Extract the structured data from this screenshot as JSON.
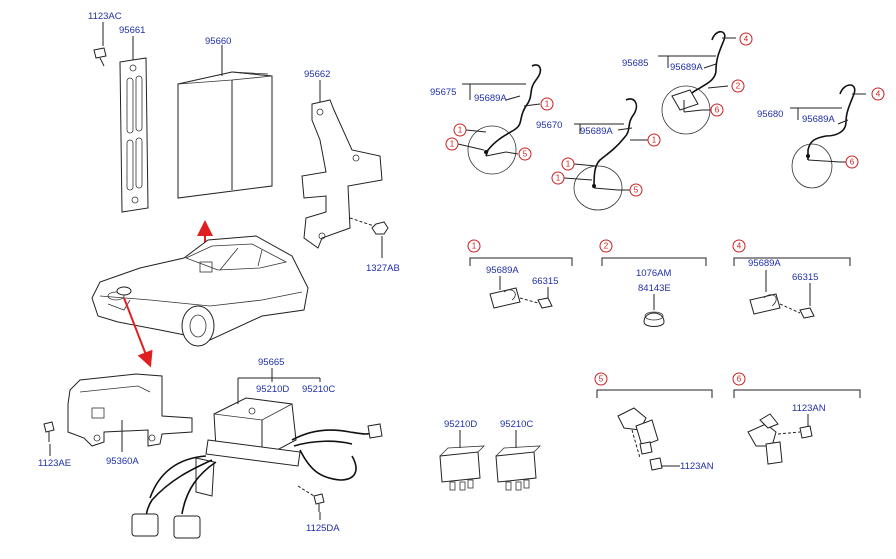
{
  "parts": {
    "p1123AC": "1123AC",
    "p95661": "95661",
    "p95660": "95660",
    "p95662": "95662",
    "p1327AB": "1327AB",
    "p95675": "95675",
    "p95689A": "95689A",
    "p95670": "95670",
    "p95685": "95685",
    "p95680": "95680",
    "p66315": "66315",
    "p1076AM": "1076AM",
    "p84143E": "84143E",
    "p95665": "95665",
    "p95210D": "95210D",
    "p95210C": "95210C",
    "p1123AE": "1123AE",
    "p95360A": "95360A",
    "p1125DA": "1125DA",
    "p1123AN": "1123AN"
  },
  "callouts": {
    "c1": "1",
    "c2": "2",
    "c4": "4",
    "c5": "5",
    "c6": "6"
  },
  "colors": {
    "label": "#1f2fa8",
    "callout": "#cc2020",
    "arrow": "#e02020",
    "line": "#222222"
  }
}
